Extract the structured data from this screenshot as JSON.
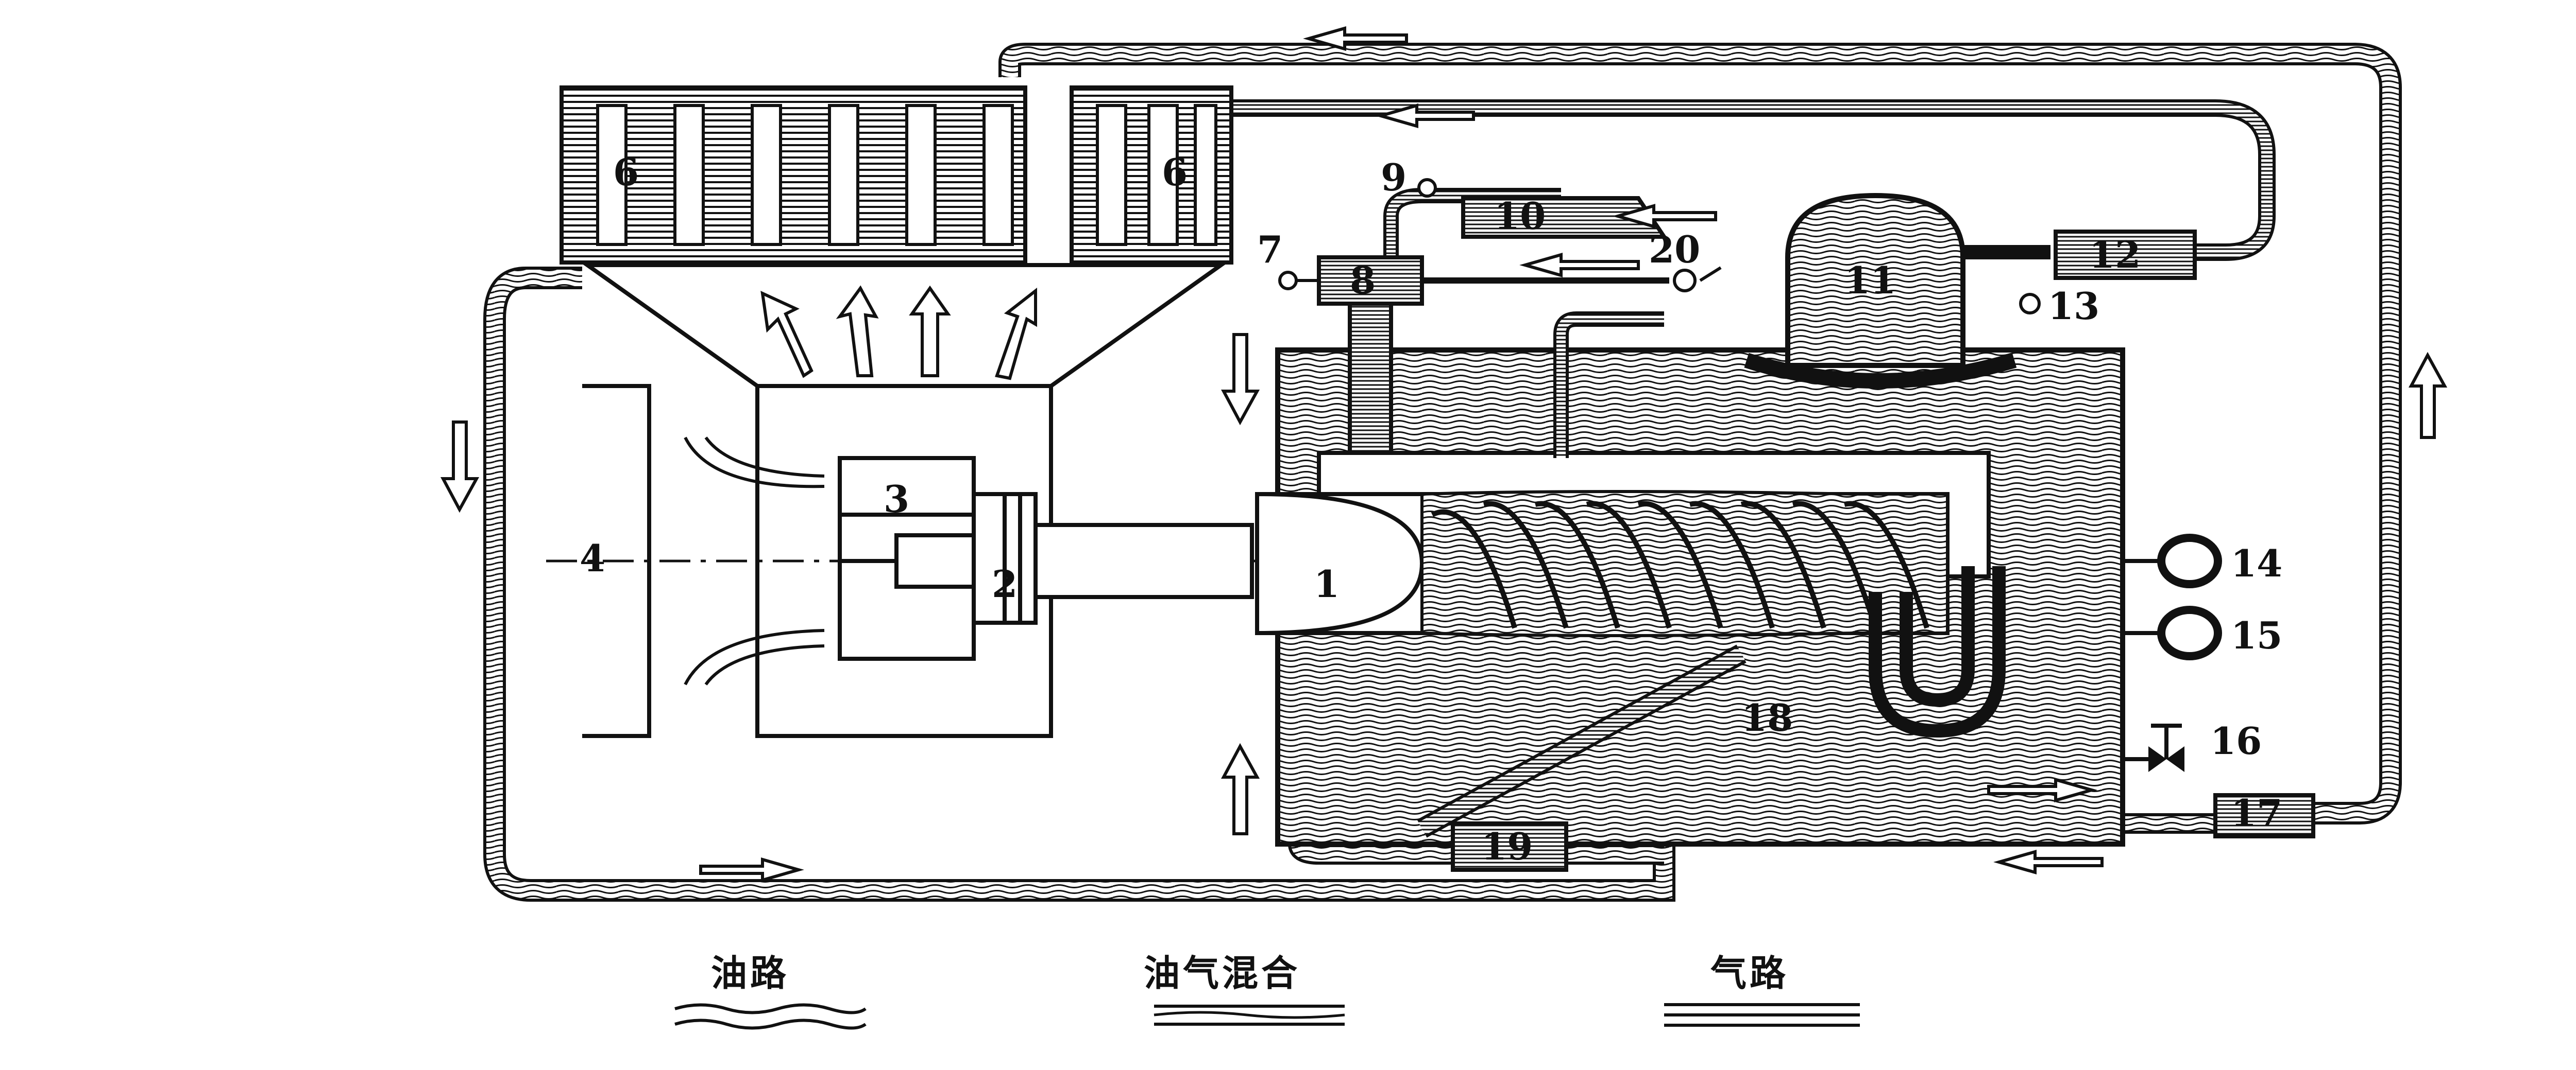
{
  "diagram": {
    "labels": {
      "n1": "1",
      "n2": "2",
      "n3": "3",
      "n4": "4",
      "n6a": "6",
      "n6b": "6",
      "n7": "7",
      "n8": "8",
      "n9": "9",
      "n10": "10",
      "n11": "11",
      "n12": "12",
      "n13": "13",
      "n14": "14",
      "n15": "15",
      "n16": "16",
      "n17": "17",
      "n18": "18",
      "n19": "19",
      "n20": "20"
    },
    "legend": {
      "oil": "油路",
      "mixed": "油气混合",
      "gas": "气路"
    },
    "colors": {
      "ink": "#111111",
      "paper": "#ffffff"
    }
  }
}
